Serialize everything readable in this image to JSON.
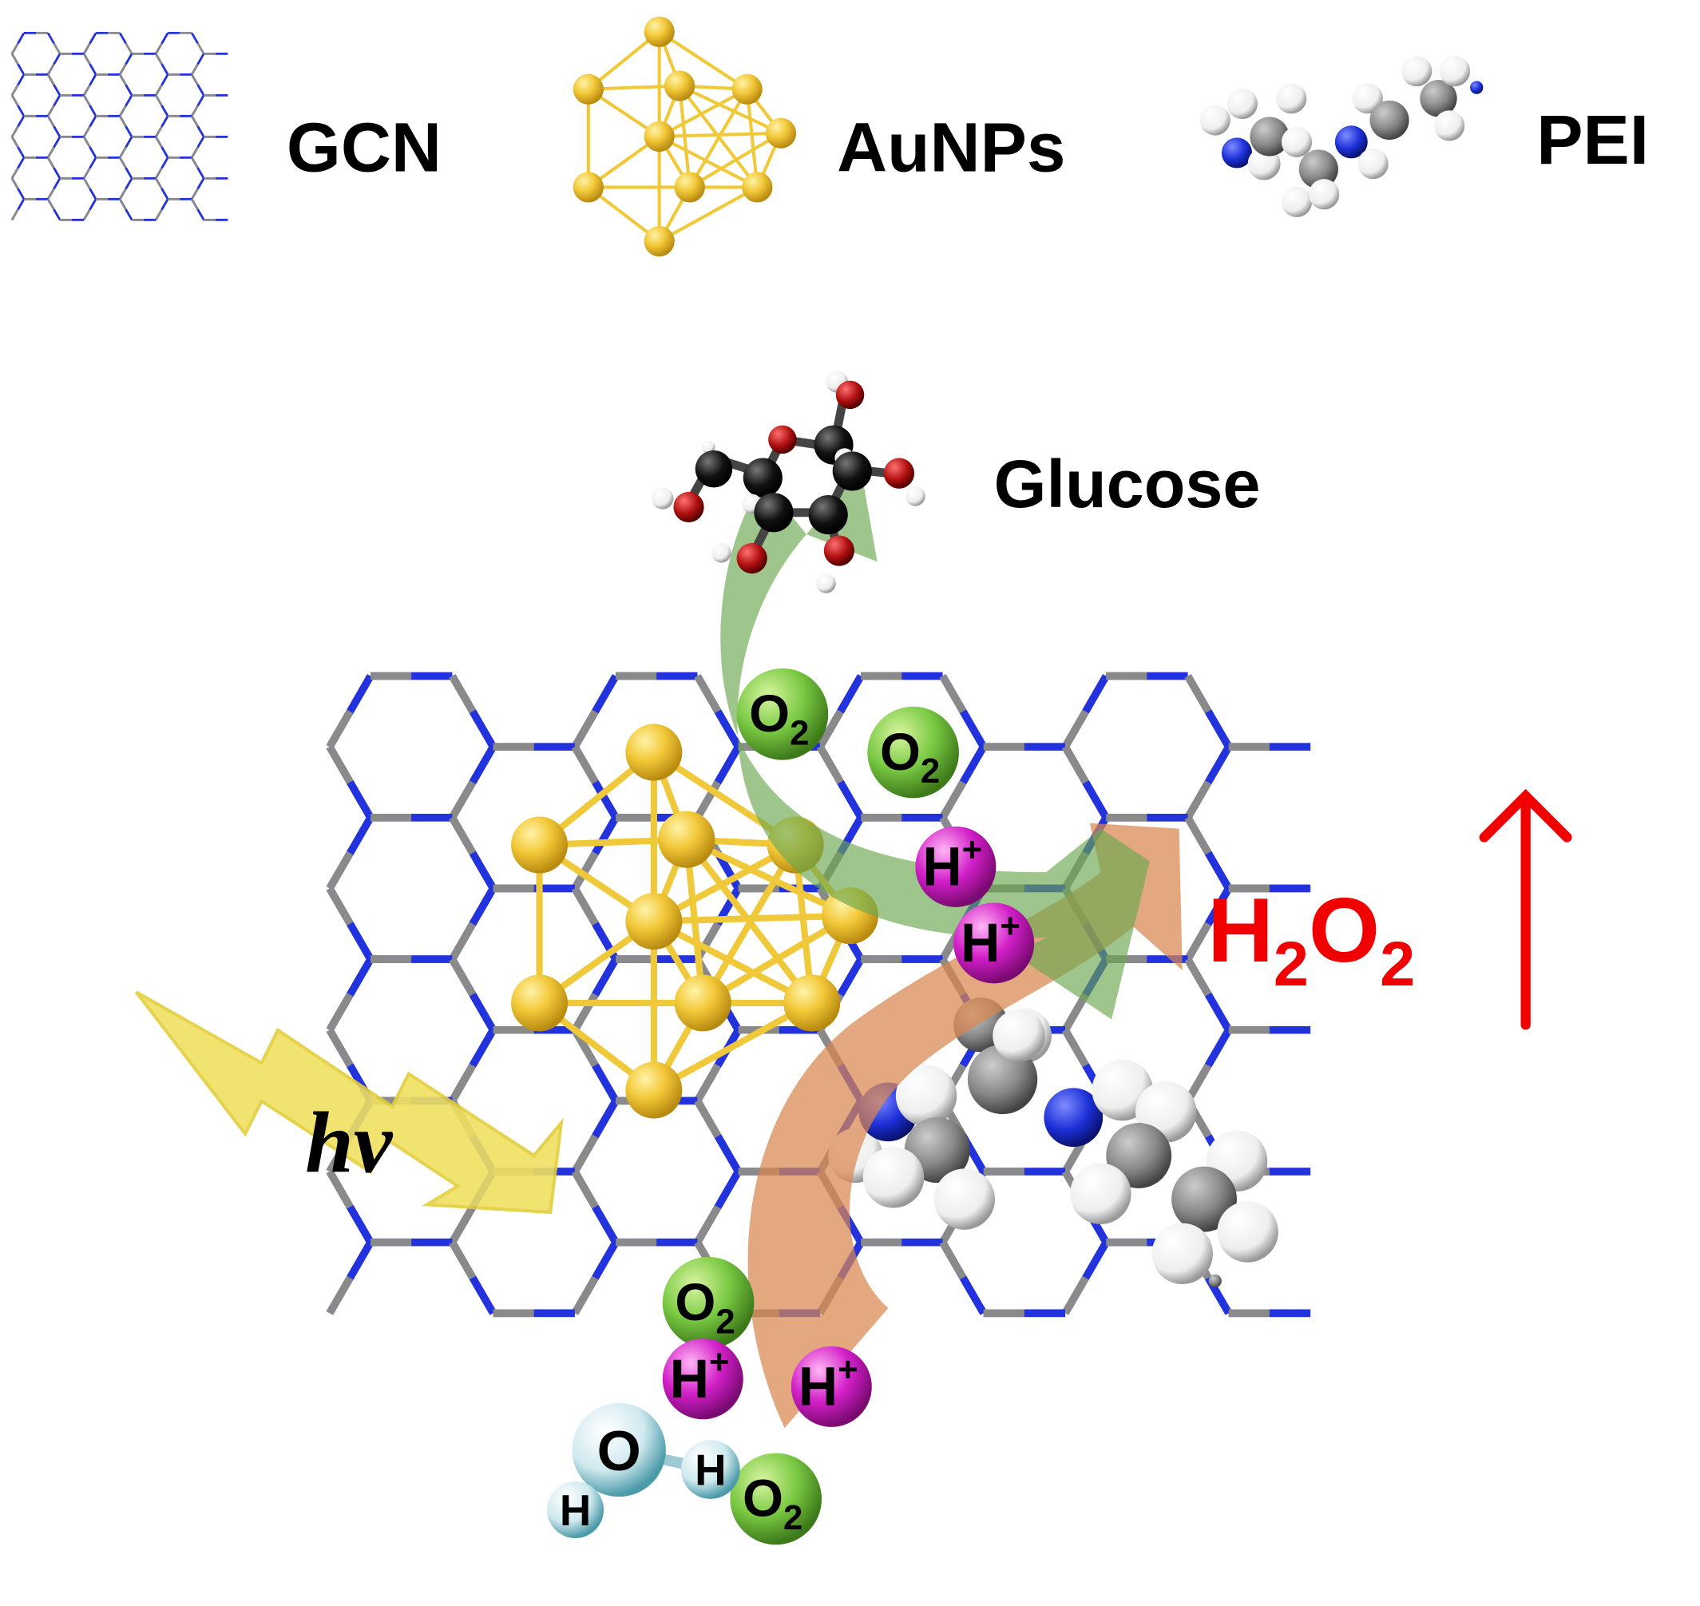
{
  "legend": {
    "gcn": "GCN",
    "aunps": "AuNPs",
    "pei": "PEI"
  },
  "glucose_label": "Glucose",
  "light_label": "hv",
  "product": {
    "main": "H",
    "sub1": "2",
    "main2": "O",
    "sub2": "2",
    "trend": "increase"
  },
  "species": {
    "o2": "O",
    "o2_sub": "2",
    "proton": "H",
    "proton_sup": "+",
    "water_o": "O",
    "water_h": "H"
  },
  "colors": {
    "product": "#f00000",
    "o2": "#7ac943",
    "proton": "#d21fc8",
    "gold": "#f2c838",
    "green_arrow": "#6aa84f",
    "orange_arrow": "#d9874f",
    "light": "#f0e060"
  }
}
